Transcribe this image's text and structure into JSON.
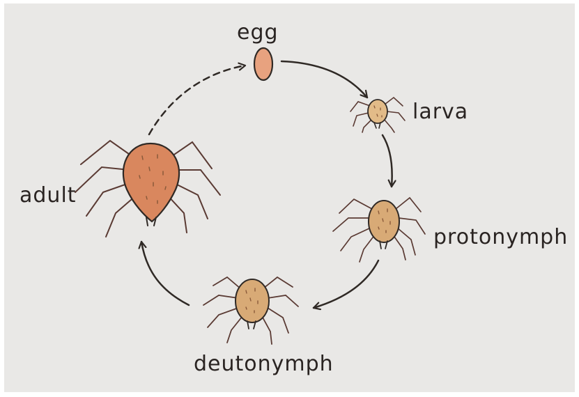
{
  "diagram": {
    "stages": {
      "egg": "egg",
      "larva": "larva",
      "protonymph": "protonymph",
      "deutonymph": "deutonymph",
      "adult": "adult"
    },
    "colors": {
      "paper": "#e9e8e6",
      "ink": "#2f2925",
      "egg_fill": "#e8a27f",
      "larva_fill": "#e2bb88",
      "nymph_fill": "#d8aa76",
      "adult_fill": "#d9875e",
      "leg": "#5a3a33"
    }
  }
}
